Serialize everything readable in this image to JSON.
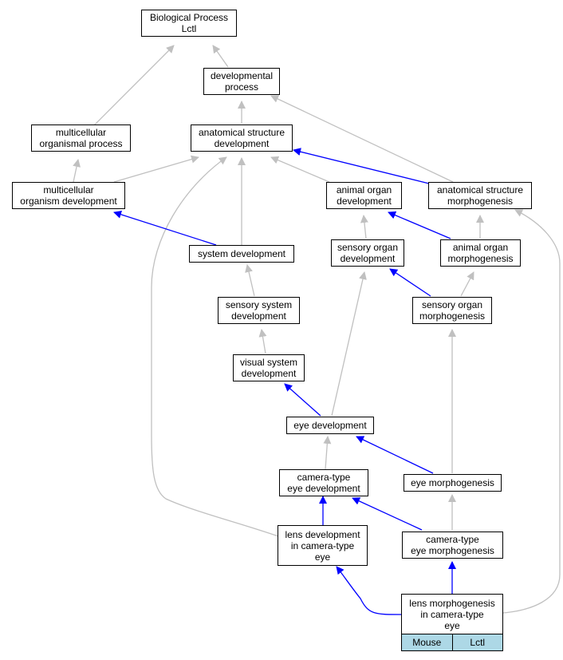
{
  "colors": {
    "is_a_edge": "#c0c0c0",
    "part_of_edge": "#0000ff",
    "tag_bg": "#add8e6"
  },
  "nodes": {
    "bio": "Biological Process\nLctl",
    "devproc": "developmental\nprocess",
    "mcproc": "multicellular\norganismal process",
    "asdev": "anatomical structure\ndevelopment",
    "mcdev": "multicellular\norganism development",
    "aodev": "animal organ\ndevelopment",
    "asmorph": "anatomical structure\nmorphogenesis",
    "sysdev": "system development",
    "sodev": "sensory organ\ndevelopment",
    "aomorph": "animal organ\nmorphogenesis",
    "ssdev": "sensory system\ndevelopment",
    "somorph": "sensory organ\nmorphogenesis",
    "visdev": "visual system\ndevelopment",
    "eyedev": "eye development",
    "ctdev": "camera-type\neye development",
    "eyemorph": "eye morphogenesis",
    "lensdev": "lens development\nin camera-type\neye",
    "ctmorph": "camera-type\neye morphogenesis",
    "lensmorph": "lens morphogenesis\nin camera-type\neye"
  },
  "tags": [
    "Mouse",
    "Lctl"
  ]
}
